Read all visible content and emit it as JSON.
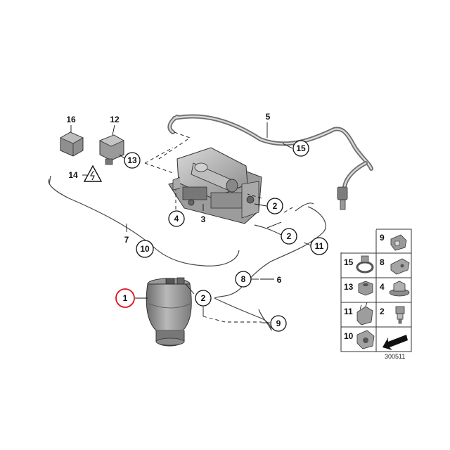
{
  "callouts": {
    "c1": "1",
    "c2a": "2",
    "c2b": "2",
    "c2c": "2",
    "c3": "3",
    "c4": "4",
    "c5": "5",
    "c6": "6",
    "c7": "7",
    "c8": "8",
    "c9": "9",
    "c10": "10",
    "c11": "11",
    "c12": "12",
    "c13": "13",
    "c14": "14",
    "c15": "15",
    "c16": "16"
  },
  "grid": {
    "r1r": "9",
    "r2l": "15",
    "r2r": "8",
    "r3l": "13",
    "r3r": "4",
    "r4l": "11",
    "r4r": "2",
    "r5l": "10"
  },
  "diagram_code": "300511",
  "colors": {
    "highlight": "#e0121b",
    "part_gray": "#8a8a8a"
  }
}
